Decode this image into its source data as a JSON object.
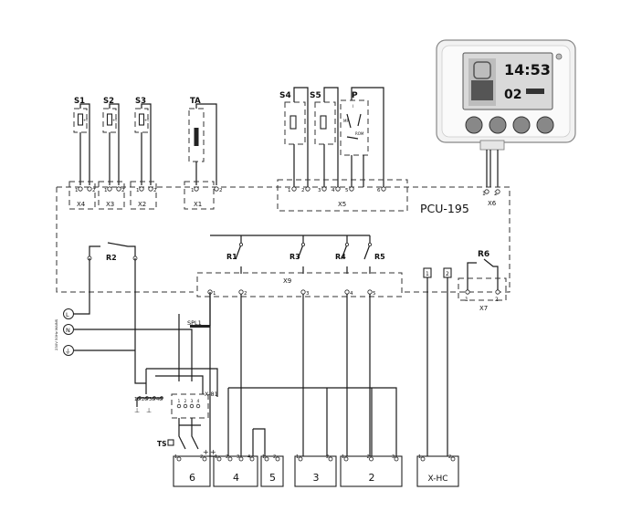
{
  "controller": {
    "time": "14:53",
    "program": "02",
    "connector": "X6",
    "connector_pins": [
      "1",
      "2"
    ]
  },
  "unit_label": "PCU-195",
  "sensors": [
    {
      "id": "S1",
      "sym": "+t",
      "connector": "X4",
      "pins": [
        "1",
        "2"
      ]
    },
    {
      "id": "S2",
      "sym": "+t",
      "connector": "X3",
      "pins": [
        "1",
        "2"
      ]
    },
    {
      "id": "S3",
      "sym": "+t",
      "connector": "X2",
      "pins": [
        "1",
        "2"
      ]
    },
    {
      "id": "TA",
      "sym": "",
      "connector": "X1",
      "pins": [
        "1",
        "2"
      ]
    }
  ],
  "inputs": {
    "labels": [
      "S4",
      "S5",
      "P"
    ],
    "connector": "X5",
    "pins": [
      "1",
      "2",
      "3",
      "4",
      "5",
      "6"
    ],
    "pressure_sym": [
      "MP",
      "I",
      "ROM"
    ]
  },
  "relays": {
    "r2": "R2",
    "group": [
      "R1",
      "R3",
      "R4",
      "R5"
    ],
    "connector": "X9",
    "pins": [
      "1",
      "2",
      "3",
      "4",
      "5"
    ],
    "r6": "R6",
    "r6_connector": "X7",
    "r6_pins": [
      "1",
      "2"
    ]
  },
  "supply": {
    "terminals": [
      "L",
      "N",
      "⏚"
    ],
    "side_text": "230V 50Hz MAINS",
    "spl": "SPL1",
    "x81": "X-81",
    "x81_pins": [
      "1",
      "2",
      "3",
      "4"
    ],
    "ground_pins": [
      "1",
      "2",
      "3",
      "4"
    ],
    "ts": "TS"
  },
  "outputs": [
    {
      "label": "6",
      "pins": [
        "1",
        "2"
      ]
    },
    {
      "label": "4",
      "pins": [
        "1",
        "2",
        "3",
        "4"
      ]
    },
    {
      "label": "5",
      "pins": [
        "1",
        "2"
      ]
    },
    {
      "label": "3",
      "pins": [
        "1",
        "2"
      ]
    },
    {
      "label": "2",
      "pins": [
        "1",
        "2",
        "3"
      ]
    },
    {
      "label": "X-HC",
      "pins": [
        "1",
        "2"
      ]
    }
  ],
  "hc_terms": [
    "1",
    "2"
  ],
  "symbols": [
    "⊥",
    "⊥",
    "+",
    "+"
  ]
}
